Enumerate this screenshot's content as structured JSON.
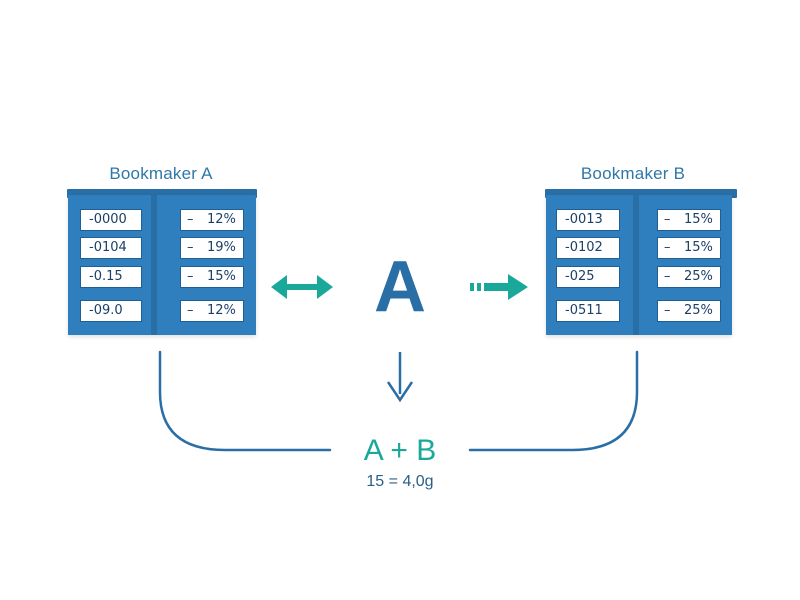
{
  "bookmaker_a": {
    "title": "Bookmaker A",
    "rows": [
      {
        "odds": "-0000",
        "pct": "12%"
      },
      {
        "odds": "-0104",
        "pct": "19%"
      },
      {
        "odds": "-0.15",
        "pct": "15%"
      },
      {
        "odds": "-09.0",
        "pct": "12%"
      }
    ]
  },
  "bookmaker_b": {
    "title": "Bookmaker B",
    "rows": [
      {
        "odds": "-0013",
        "pct": "15%"
      },
      {
        "odds": "-0102",
        "pct": "15%"
      },
      {
        "odds": "-025",
        "pct": "25%"
      },
      {
        "odds": "-0511",
        "pct": "25%"
      }
    ]
  },
  "center": {
    "letter": "A"
  },
  "result": {
    "title": "A + B",
    "subtitle": "15 = 4,0g"
  },
  "pct_marker": "–",
  "colors": {
    "table_blue": "#2f7fbe",
    "dark_blue": "#2a6ea6",
    "teal": "#1aa89a",
    "line_blue": "#2a6ea6"
  },
  "icons": [
    "double-arrow-icon",
    "dashed-arrow-right-icon",
    "arrow-down-icon"
  ]
}
